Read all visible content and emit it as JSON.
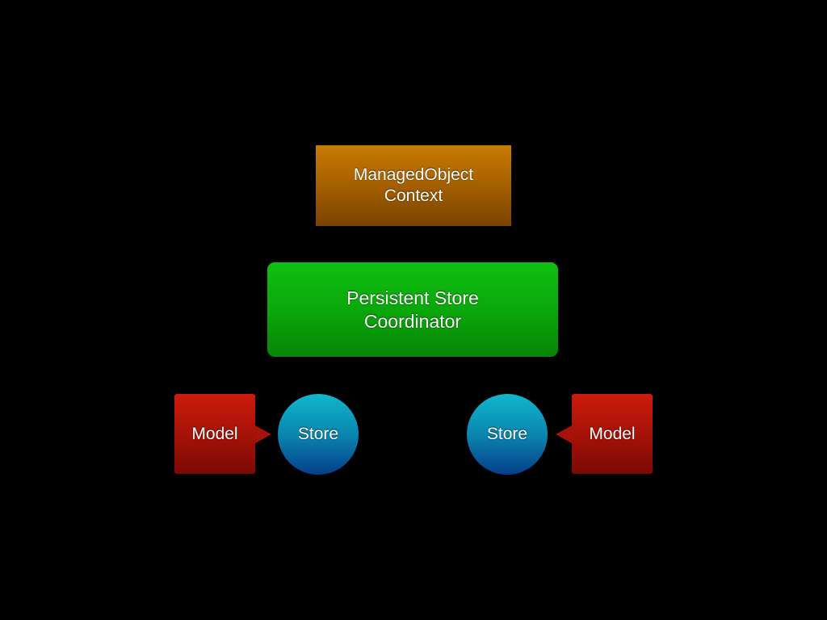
{
  "context": {
    "line1": "ManagedObject",
    "line2": "Context"
  },
  "coordinator": {
    "line1": "Persistent Store",
    "line2": "Coordinator"
  },
  "left": {
    "model_label": "Model",
    "store_label": "Store"
  },
  "right": {
    "model_label": "Model",
    "store_label": "Store"
  },
  "colors": {
    "background": "#000000",
    "context": "#a96200",
    "coordinator": "#0aa80a",
    "model": "#a81208",
    "store": "#0a86b0",
    "text": "#ffffff"
  }
}
